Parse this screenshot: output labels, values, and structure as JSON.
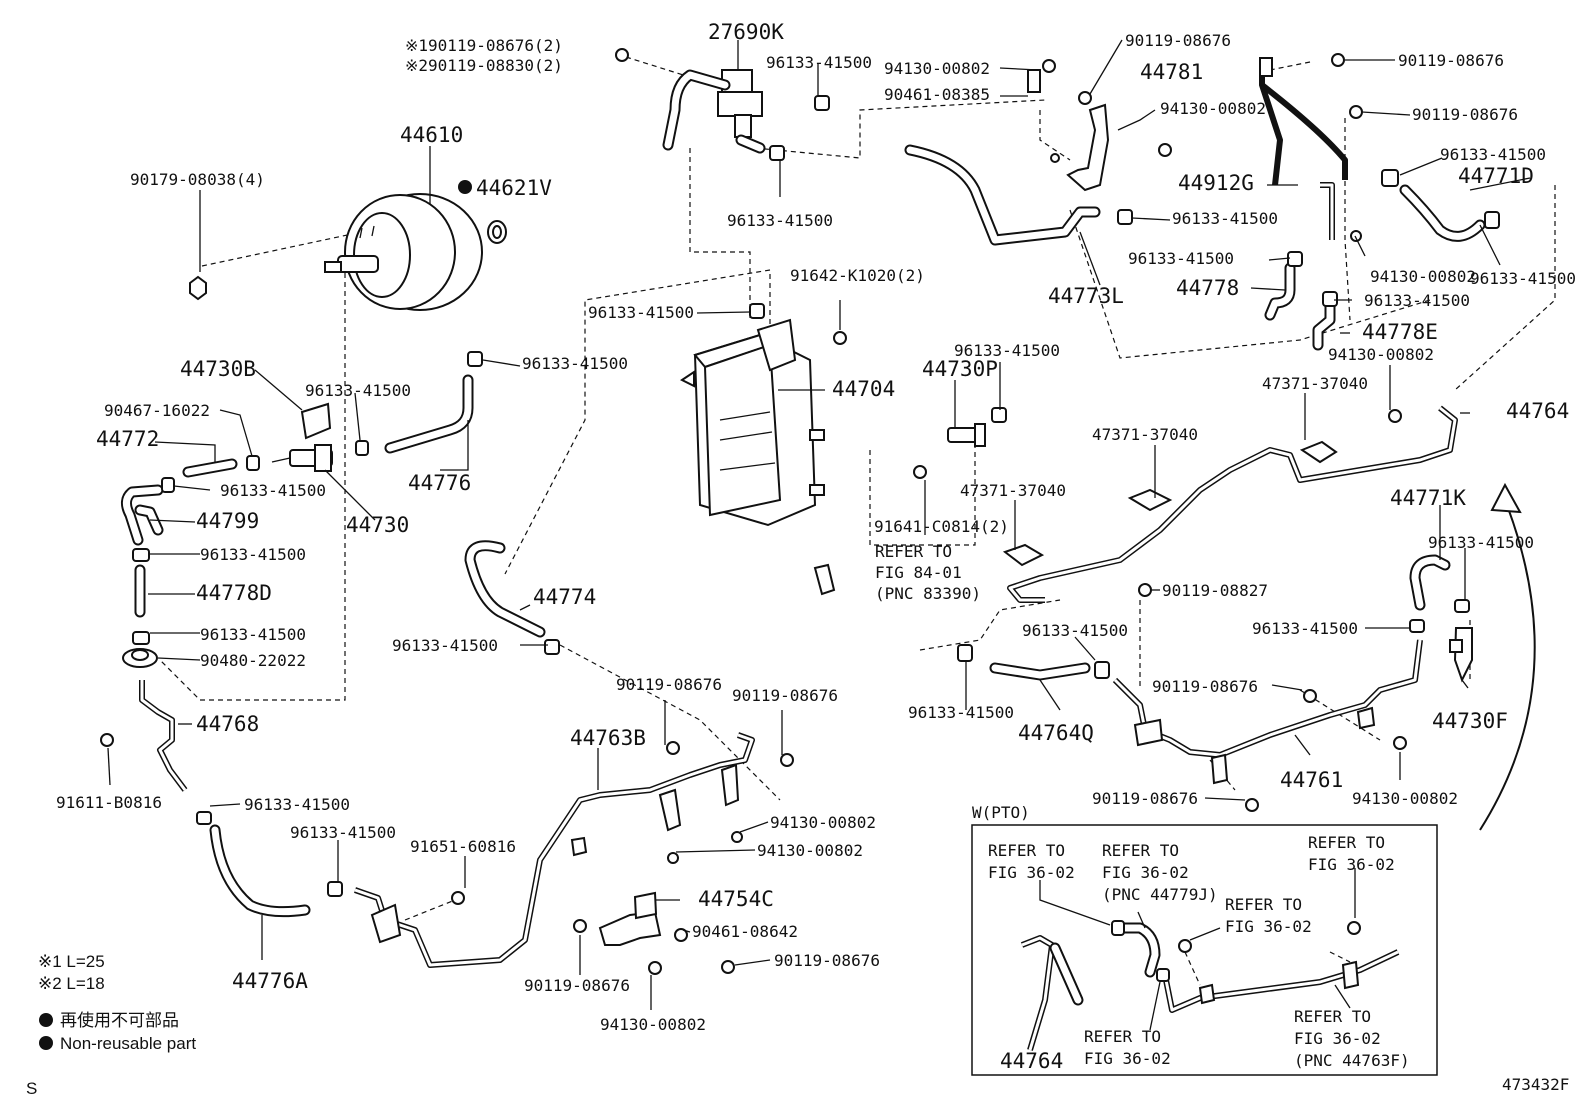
{
  "diagram_id": "473432F",
  "legend": {
    "note1": "※1 L=25",
    "note2": "※2 L=18",
    "nonreusable_jp": "再使用不可部品",
    "nonreusable_en": "Non-reusable part",
    "corner_mark": "S"
  },
  "inset": {
    "title": "W(PTO)",
    "refs": {
      "r1a": "REFER TO",
      "r1b": "FIG 36-02",
      "r2a": "REFER TO",
      "r2b": "FIG 36-02",
      "r2c": "(PNC 44779J)",
      "r3a": "REFER TO",
      "r3b": "FIG 36-02",
      "r4a": "REFER TO",
      "r4b": "FIG 36-02",
      "r5a": "REFER TO",
      "r5b": "FIG 36-02",
      "r6a": "REFER TO",
      "r6b": "FIG 36-02",
      "r6c": "(PNC 44763F)"
    },
    "part": "44764"
  },
  "refer_main": {
    "a": "REFER TO",
    "b": "FIG 84-01",
    "c": "(PNC 83390)"
  },
  "labels": {
    "p27690K": "27690K",
    "ref1": "※190119-08676(2)",
    "ref2": "※290119-08830(2)",
    "p44610": "44610",
    "p44621V": "44621V",
    "p90179": "90179-08038(4)",
    "c_top": "96133-41500",
    "p94130a": "94130-00802",
    "p90461a": "90461-08385",
    "p90119a": "90119-08676",
    "p44781": "44781",
    "p94130b": "94130-00802",
    "p90119b": "90119-08676",
    "p90119c": "90119-08676",
    "c_r1": "96133-41500",
    "p44771D": "44771D",
    "p44912G": "44912G",
    "c_mid1": "96133-41500",
    "c_mid2": "96133-41500",
    "c_under27": "96133-41500",
    "p94130c": "94130-00802",
    "c_r2": "96133-41500",
    "p44773L": "44773L",
    "p44778": "44778",
    "c_mid3": "96133-41500",
    "p44778E": "44778E",
    "p91642": "91642-K1020(2)",
    "c_tank": "96133-41500",
    "c_booster": "96133-41500",
    "p44730B": "44730B",
    "c_44730": "96133-41500",
    "p44704": "44704",
    "c_44730P": "96133-41500",
    "p44730P": "44730P",
    "p94130d": "94130-00802",
    "p47371a": "47371-37040",
    "p44764": "44764",
    "p90467": "90467-16022",
    "p44772": "44772",
    "c_44772": "96133-41500",
    "p44776": "44776",
    "p44730": "44730",
    "p47371b": "47371-37040",
    "p44799": "44799",
    "p47371c": "47371-37040",
    "p91641": "91641-C0814(2)",
    "p44771K": "44771K",
    "c_44771K": "96133-41500",
    "c_44778D": "96133-41500",
    "p44778D": "44778D",
    "p90119d": "90119-08827",
    "p44774": "44774",
    "c_44774": "96133-41500",
    "c_44764Q": "96133-41500",
    "c_44730F": "96133-41500",
    "c_90480": "96133-41500",
    "p90480": "90480-22022",
    "p90119e": "90119-08676",
    "p90119f": "90119-08676",
    "p90119g": "90119-08676",
    "c_low": "96133-41500",
    "p44764Q": "44764Q",
    "p44730F": "44730F",
    "p44768": "44768",
    "p44763B": "44763B",
    "p44761": "44761",
    "p91611": "91611-B0816",
    "c_91611": "96133-41500",
    "p90119h": "90119-08676",
    "p94130e": "94130-00802",
    "p94130f": "94130-00802",
    "c_44776A": "96133-41500",
    "p91651": "91651-60816",
    "p94130g": "94130-00802",
    "p44754C": "44754C",
    "p90461b": "90461-08642",
    "p90119i": "90119-08676",
    "p90119j": "90119-08676",
    "p44776A": "44776A",
    "p94130h": "94130-00802"
  }
}
